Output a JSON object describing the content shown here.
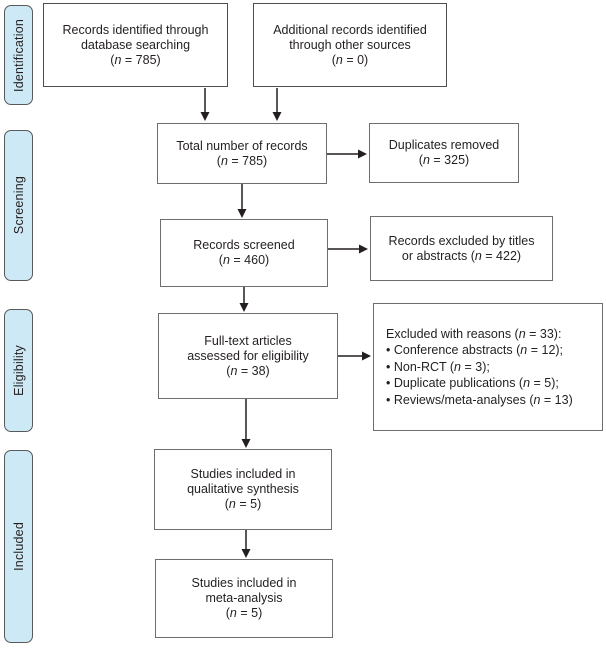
{
  "sidebar": {
    "stages": [
      {
        "label": "Identification"
      },
      {
        "label": "Screening"
      },
      {
        "label": "Eligibility"
      },
      {
        "label": "Included"
      }
    ]
  },
  "flow": {
    "records_db": {
      "lines": [
        "Records identified through",
        "database searching",
        "(n = 785)"
      ]
    },
    "records_other": {
      "lines": [
        "Additional records identified",
        "through other sources",
        "(n = 0)"
      ]
    },
    "total_records": {
      "lines": [
        "Total number of records",
        "(n = 785)"
      ]
    },
    "duplicates_removed": {
      "lines": [
        "Duplicates removed",
        "(n = 325)"
      ]
    },
    "records_screened": {
      "lines": [
        "Records screened",
        "(n = 460)"
      ]
    },
    "excluded_titles": {
      "lines": [
        "Records excluded by titles",
        "or abstracts (n = 422)"
      ]
    },
    "fulltext_assessed": {
      "lines": [
        "Full-text articles",
        "assessed for eligibility",
        "(n = 38)"
      ]
    },
    "excluded_reasons": {
      "lines": [
        "Excluded with reasons (n = 33):",
        "• Conference abstracts (n = 12);",
        "• Non-RCT (n = 3);",
        "• Duplicate publications (n = 5);",
        "• Reviews/meta-analyses (n = 13)"
      ]
    },
    "qualitative_synthesis": {
      "lines": [
        "Studies included in",
        "qualitative synthesis",
        "(n = 5)"
      ]
    },
    "meta_analysis": {
      "lines": [
        "Studies included in",
        "meta-analysis",
        "(n = 5)"
      ]
    }
  },
  "colors": {
    "stage_fill": "#cde9f6",
    "stage_border": "#58595b",
    "box_border": "#6d6e71",
    "arrow": "#231f20",
    "text": "#231f20"
  }
}
